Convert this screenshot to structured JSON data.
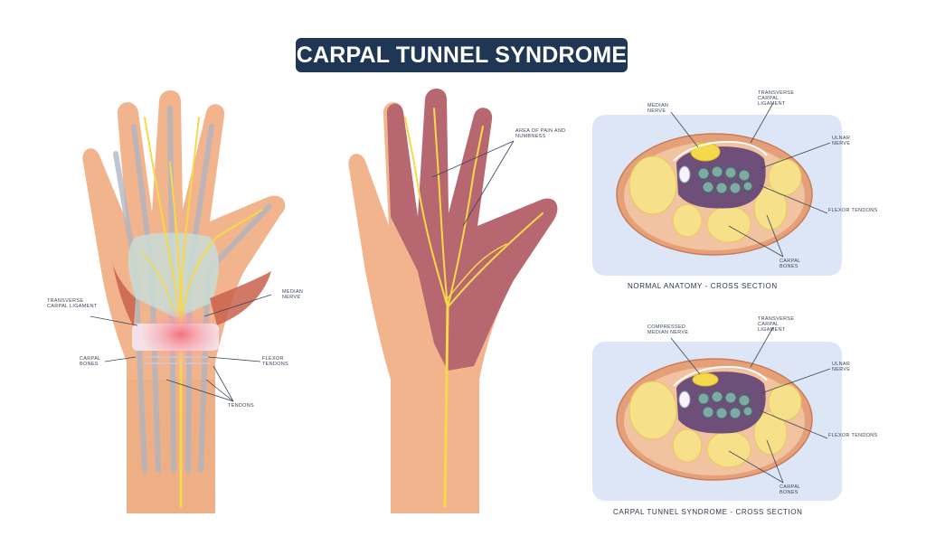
{
  "title": "CARPAL TUNNEL SYNDROME",
  "colors": {
    "title_bg": "#1f3654",
    "skin": "#f2b48c",
    "skin_dark": "#e69a6e",
    "nerve": "#f5d94a",
    "affected_area": "#a8566a",
    "inflammation": "#f26b7a",
    "bone": "#f7e08a",
    "tendon": "#6f9a96",
    "panel_bg": "#dce6f7",
    "sheath": "#6e4f7a"
  },
  "labels": {
    "transverse_ligament": "TRANSVERSE CARPAL LIGAMENT",
    "median_nerve_left": "MEDIAN NERVE",
    "carpal_bones": "CARPAL BONES",
    "tendons_left": "FLEXOR TENDONS",
    "tendons_bottom": "TENDONS",
    "area_of_pain": "AREA OF PAIN AND NUMBNESS",
    "median_nerve_top": "MEDIAN NERVE",
    "transverse_top": "TRANSVERSE CARPAL LIGAMENT",
    "ulnar_nerve": "ULNAR NERVE",
    "flexor_tendons": "FLEXOR TENDONS",
    "carpal_bones_panel": "CARPAL BONES",
    "compressed_nerve": "COMPRESSED MEDIAN NERVE",
    "transverse_bottom": "TRANSVERSE CARPAL LIGAMENT",
    "ulnar_nerve_bottom": "ULNAR NERVE",
    "flexor_tendons_bottom": "FLEXOR TENDONS",
    "carpal_bones_bottom": "CARPAL BONES"
  },
  "captions": {
    "normal": "NORMAL ANATOMY - CROSS SECTION",
    "carpal": "CARPAL TUNNEL SYNDROME - CROSS SECTION"
  }
}
